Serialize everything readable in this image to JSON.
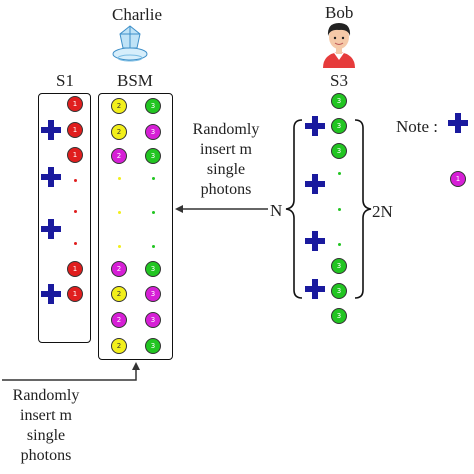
{
  "labels": {
    "charlie": "Charlie",
    "bob": "Bob",
    "s1": "S1",
    "bsm": "BSM",
    "s3": "S3",
    "note": "Note :",
    "n": "N",
    "two_n": "2N"
  },
  "insert_text_right": [
    "Randomly",
    "insert m",
    "single",
    "photons"
  ],
  "insert_text_bottom": [
    "Randomly",
    "insert m",
    "single",
    "photons"
  ],
  "colors": {
    "red": "#e01e1e",
    "green": "#22c522",
    "yellow": "#f2ef1a",
    "magenta": "#d61fd6",
    "plus": "#1a1a9e"
  },
  "s1_column": [
    "red",
    "red",
    "red",
    "dot-red",
    "dot-red",
    "dot-red",
    "red",
    "red"
  ],
  "s1_plus_rows": [
    1,
    3,
    5,
    7
  ],
  "bsm_left_column": [
    "yellow",
    "yellow",
    "magenta",
    "dot-yellow",
    "dot-yellow",
    "dot-yellow",
    "magenta",
    "yellow",
    "magenta",
    "yellow"
  ],
  "bsm_right_column": [
    "green",
    "magenta",
    "green",
    "dot-green",
    "dot-green",
    "dot-green",
    "green",
    "magenta",
    "magenta",
    "green"
  ],
  "s3_column": [
    "green",
    "green",
    "green",
    "dot-green",
    "dot-green",
    "dot-green",
    "green",
    "green",
    "green"
  ],
  "s3_plus_rows": [
    1,
    3,
    5,
    7
  ],
  "circle_numbers": {
    "s1": "1",
    "bsm_left": "2",
    "bsm_right": "3",
    "s3": "3",
    "note": "1"
  }
}
